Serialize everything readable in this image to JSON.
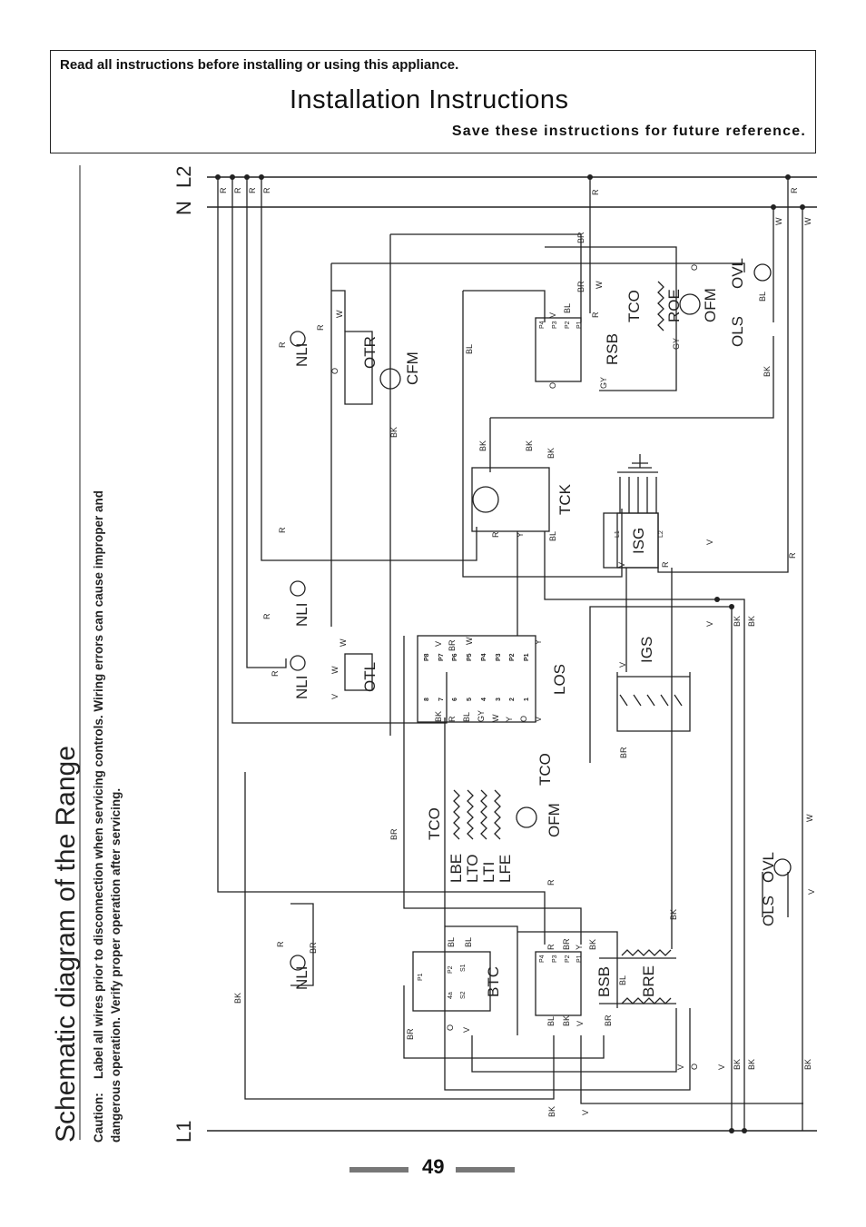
{
  "header": {
    "read_note": "Read all instructions before installing or using this appliance.",
    "title": "Installation Instructions",
    "save_note": "Save these instructions for future reference."
  },
  "side": {
    "diagram_title": "Schematic diagram of the Range",
    "caution_label": "Caution:",
    "caution_line1": "Label all wires prior to disconnection when servicing controls. Wiring errors can cause improper and",
    "caution_line2": "dangerous operation. Verify proper operation after servicing."
  },
  "rails": {
    "l1": "L1",
    "n": "N",
    "l2": "L2"
  },
  "components": {
    "nli_1": "NLI",
    "nli_2": "NLI",
    "nli_3": "NLI",
    "nli_4": "NLI",
    "otr": "OTR",
    "otl": "OTL",
    "cfm": "CFM",
    "rsb": "RSB",
    "tco_1": "TCO",
    "roe": "ROE",
    "ofm_1": "OFM",
    "ols_1": "OLS",
    "ovl_1": "OVL",
    "tck": "TCK",
    "isg": "ISG",
    "igs": "IGS",
    "los": "LOS",
    "tco_2": "TCO",
    "ofm_2": "OFM",
    "tco_3": "TCO",
    "lbe": "LBE",
    "lto": "LTO",
    "lti": "LTI",
    "lfe": "LFE",
    "btc": "BTC",
    "bsb": "BSB",
    "bre": "BRE",
    "ols_2": "OLS",
    "ovl_2": "OVL"
  },
  "wire_codes": {
    "r": "R",
    "w": "W",
    "bk": "BK",
    "bl": "BL",
    "br": "BR",
    "v": "V",
    "y": "Y",
    "o": "O",
    "gy": "GY"
  },
  "terminals": {
    "p1": "P1",
    "p2": "P2",
    "p3": "P3",
    "p4": "P4",
    "p5": "P5",
    "p6": "P6",
    "p7": "P7",
    "p8": "P8",
    "s1": "S1",
    "s2": "S2",
    "a4": "4a",
    "isg_l1": "L1",
    "isg_l2": "L2",
    "n1": "1",
    "n2": "2",
    "n3": "3",
    "n4": "4",
    "n5": "5",
    "n6": "6",
    "n7": "7",
    "n8": "8"
  },
  "page_number": "49"
}
